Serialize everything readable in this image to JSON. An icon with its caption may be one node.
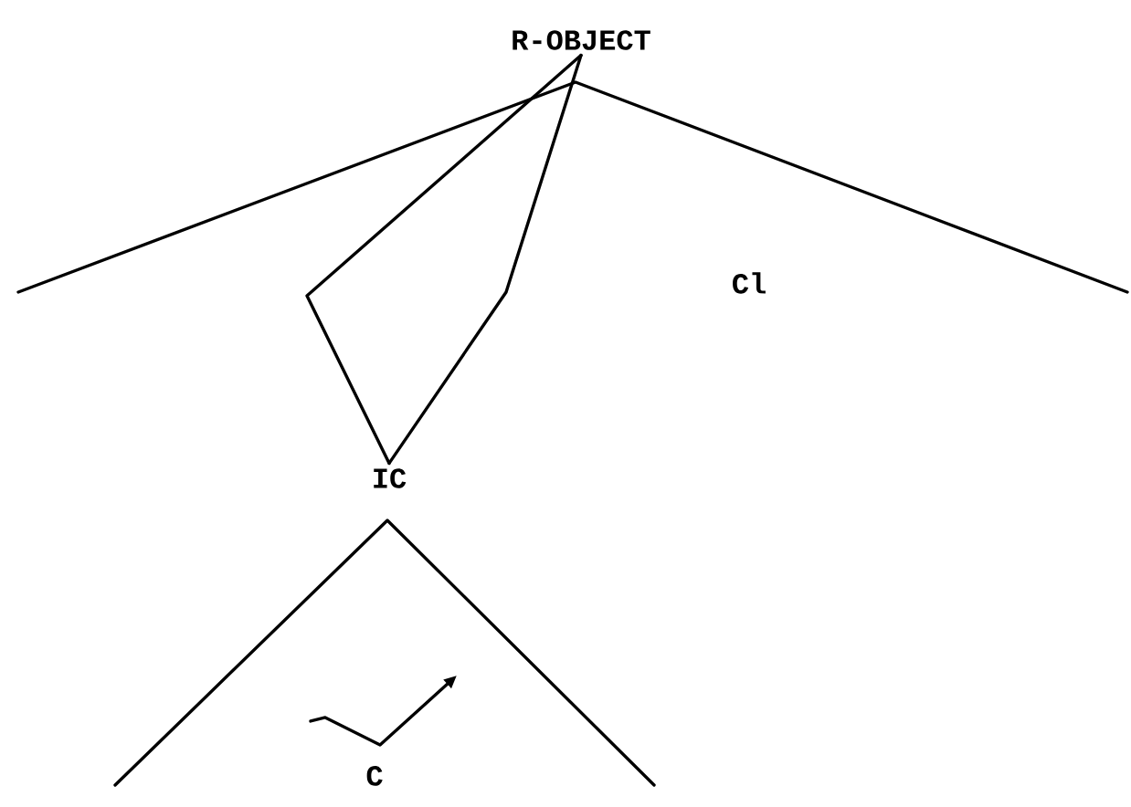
{
  "diagram": {
    "nodes": [
      {
        "text": [
          "R-OBJECT"
        ]
      },
      {
        "text": [
          "IC"
        ]
      },
      {
        "text": [
          "C"
        ]
      }
    ],
    "edges": [
      {
        "from": 0,
        "to": 1,
        "arrow": "none"
      },
      {
        "from": 0,
        "to": 1,
        "arrow": "none"
      }
    ],
    "labels": [
      "Cl"
    ]
  }
}
